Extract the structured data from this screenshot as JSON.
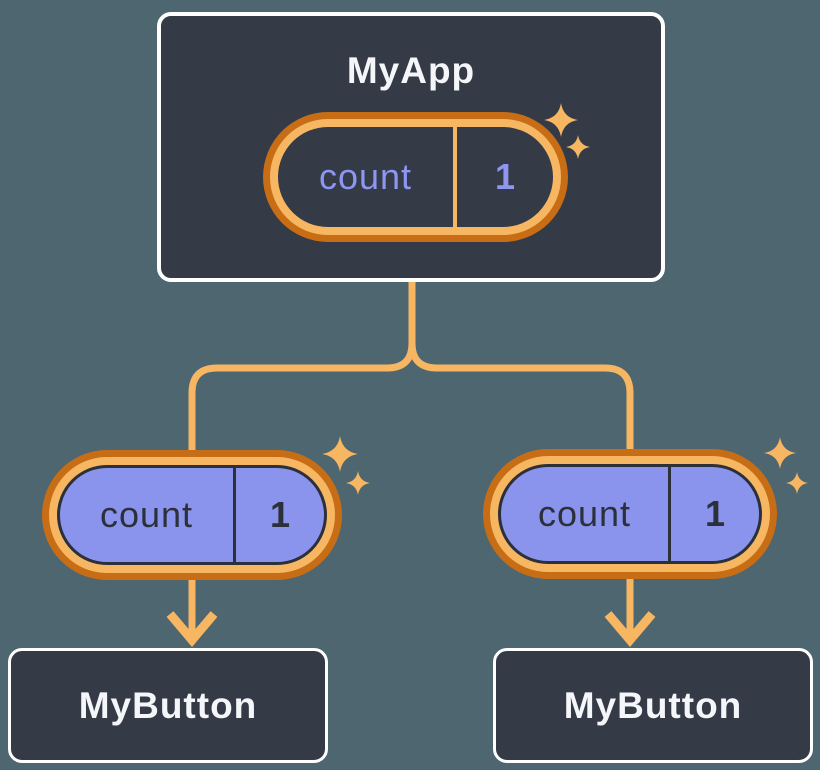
{
  "colors": {
    "background": "#4D6670",
    "node_fill": "#343A46",
    "node_border": "#FFFFFF",
    "node_text": "#F4F6F9",
    "pill_border_outer": "#C76D16",
    "pill_border_inner": "#F7B662",
    "state_pill_fill": "#343A46",
    "state_text": "#8D97F2",
    "prop_pill_fill": "#8B94EC",
    "prop_text": "#2B303B",
    "connector": "#F7B662"
  },
  "tree": {
    "root": {
      "title": "MyApp",
      "state_pill": {
        "name": "count",
        "value": "1"
      }
    },
    "edges": [
      {
        "prop_pill": {
          "name": "count",
          "value": "1"
        },
        "child": {
          "title": "MyButton"
        }
      },
      {
        "prop_pill": {
          "name": "count",
          "value": "1"
        },
        "child": {
          "title": "MyButton"
        }
      }
    ]
  }
}
